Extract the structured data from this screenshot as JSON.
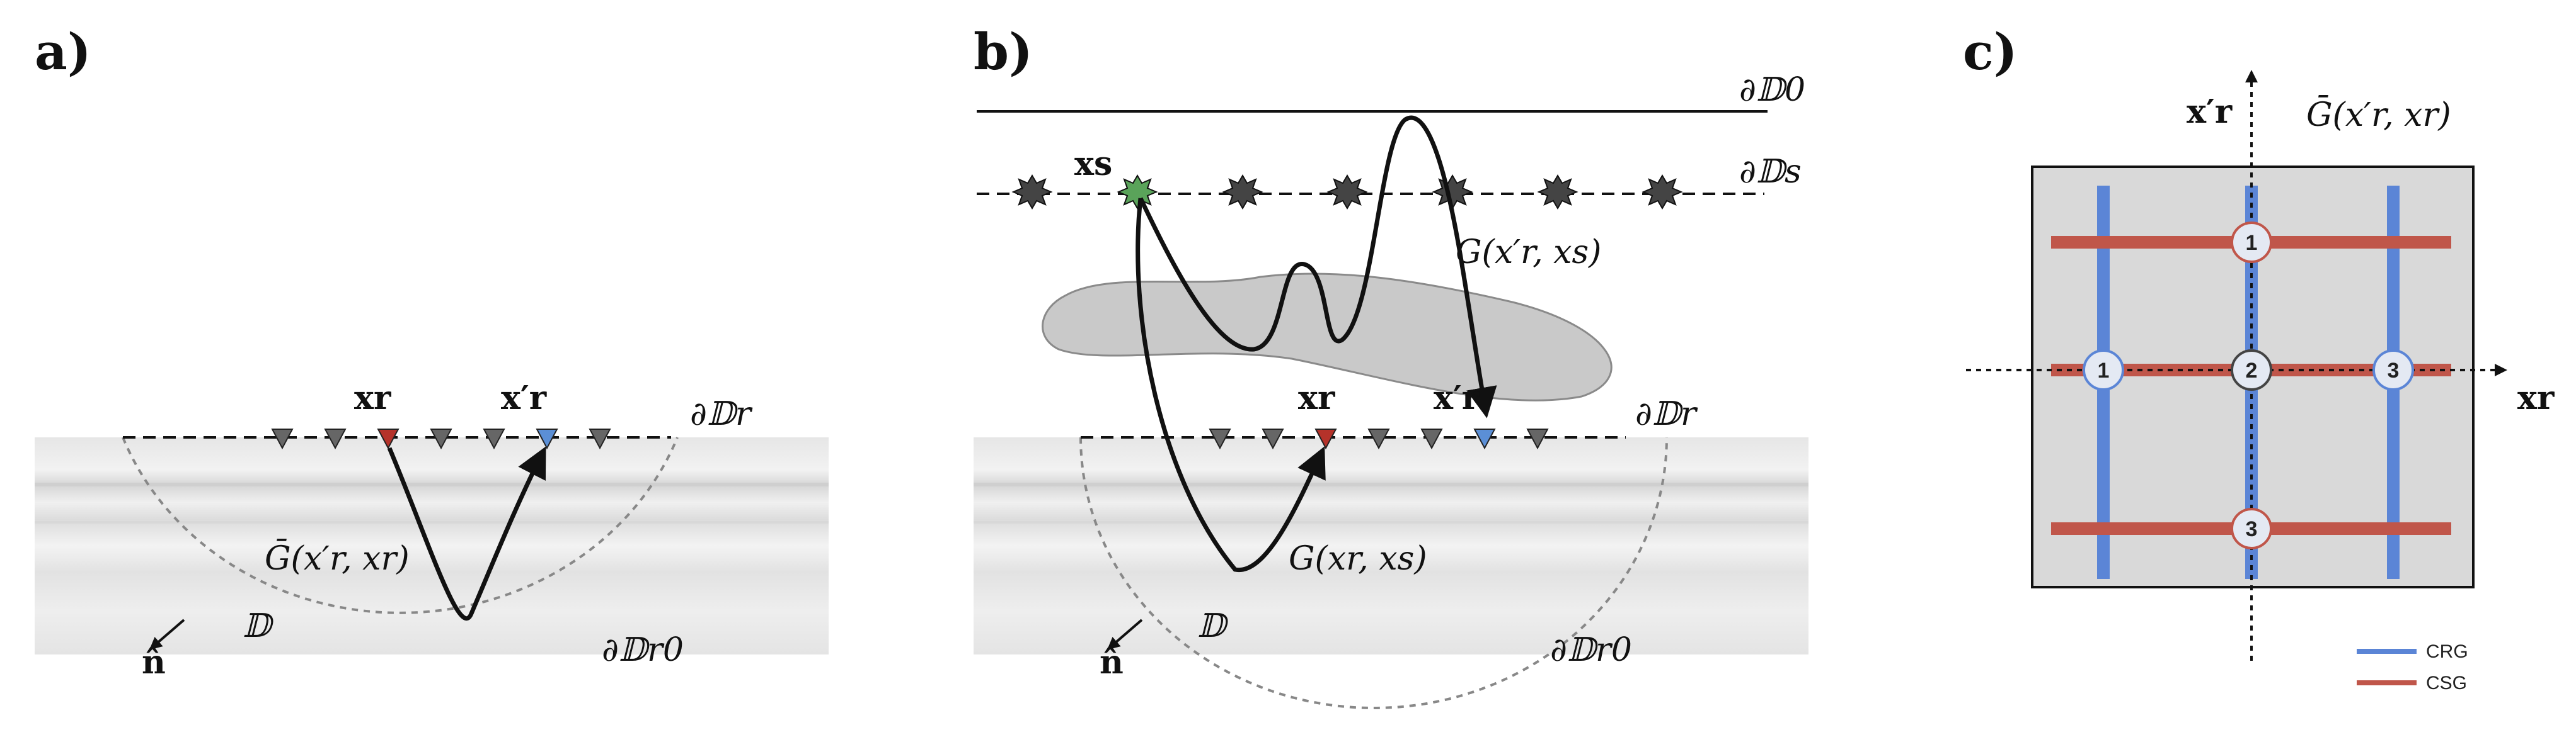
{
  "panels": {
    "a": {
      "label": "a)",
      "boundary_receivers": "∂𝔻r",
      "domain": "𝔻",
      "boundary_r0": "∂𝔻r0",
      "normal": "n̂",
      "receiver_xr": "xr",
      "receiver_xr_prime": "x′r",
      "green_bar": "Ḡ(x′r, xr)"
    },
    "b": {
      "label": "b)",
      "boundary_0": "∂𝔻0",
      "boundary_s": "∂𝔻s",
      "boundary_receivers": "∂𝔻r",
      "domain": "𝔻",
      "boundary_r0": "∂𝔻r0",
      "normal": "n̂",
      "source_xs": "xs",
      "receiver_xr": "xr",
      "receiver_xr_prime": "x′r",
      "green_xr_prime_xs": "G(x′r, xs)",
      "green_xr_xs": "G(xr, xs)"
    },
    "c": {
      "label": "c)",
      "axis_x": "xr",
      "axis_y": "x′r",
      "matrix_title": "Ḡ(x′r, xr)",
      "markers": [
        "1",
        "1",
        "2",
        "3",
        "3"
      ],
      "legend": [
        {
          "label": "CRG",
          "color": "#5b85d6"
        },
        {
          "label": "CSG",
          "color": "#c0564a"
        }
      ]
    }
  },
  "colors": {
    "receiver": "#666666",
    "receiver_red": "#b5322a",
    "receiver_blue": "#5b8fd6",
    "source": "#444444",
    "source_green": "#5aa35a",
    "crg": "#5b85d6",
    "csg": "#c0564a"
  }
}
